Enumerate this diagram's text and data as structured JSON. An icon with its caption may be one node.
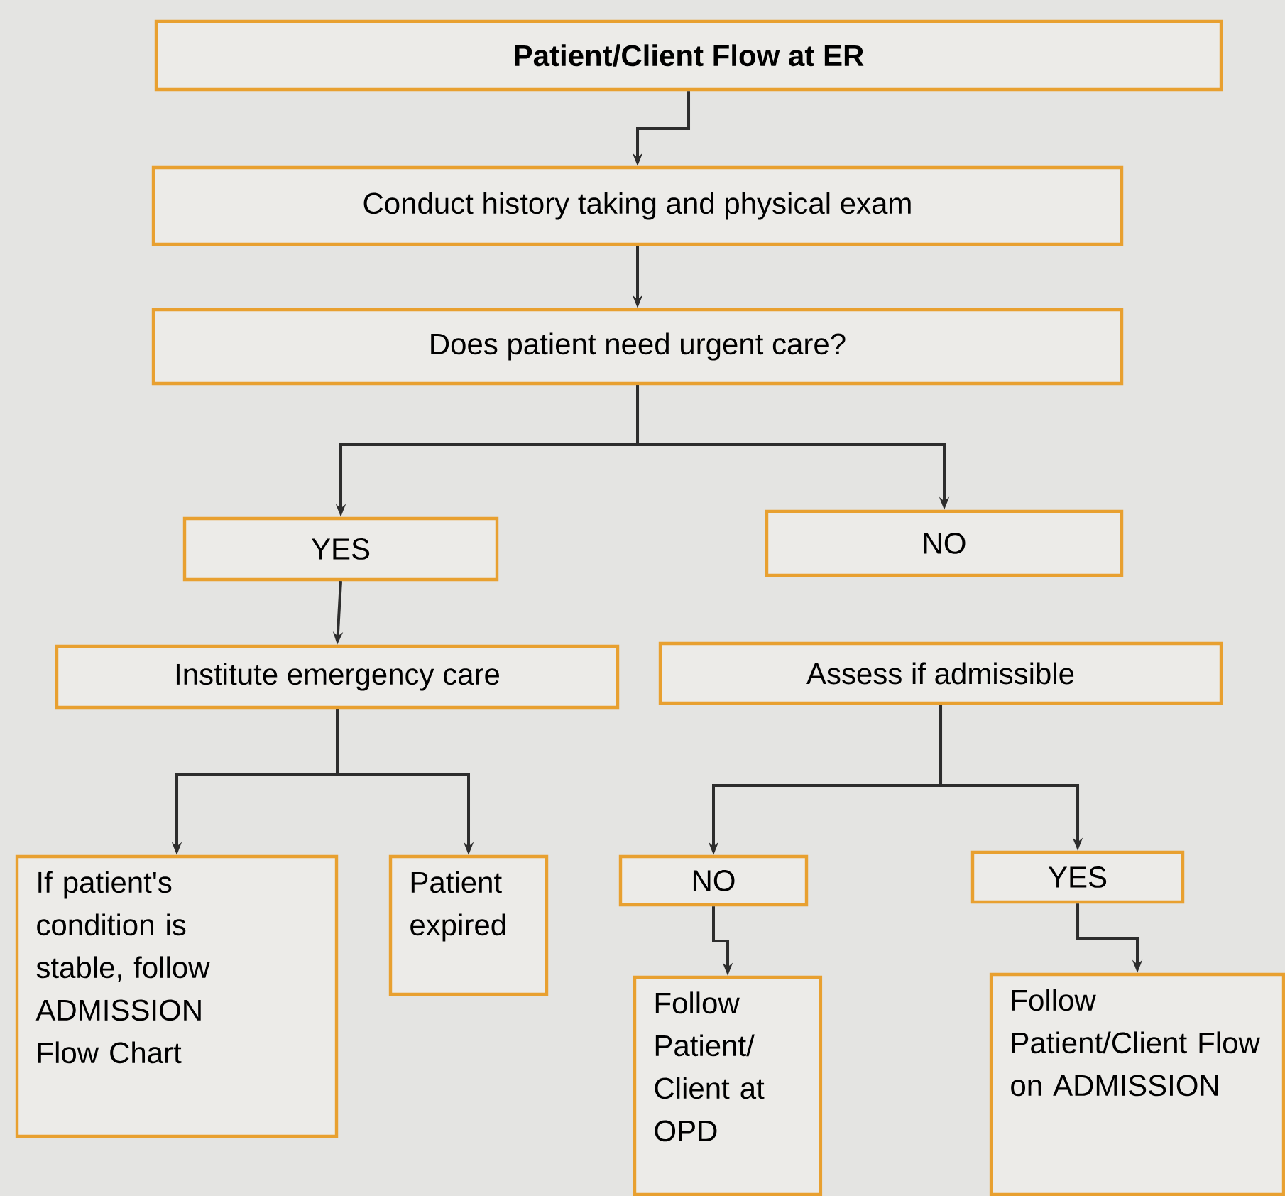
{
  "diagram": {
    "nodes": [
      {
        "text": [
          "Patient/Client Flow at ER"
        ]
      },
      {
        "text": [
          "Conduct history taking and physical exam"
        ]
      },
      {
        "text": [
          "Does patient need urgent care?"
        ]
      },
      {
        "text": [
          "YES"
        ]
      },
      {
        "text": [
          "NO"
        ]
      },
      {
        "text": [
          "Institute emergency care"
        ]
      },
      {
        "text": [
          "Assess if admissible"
        ]
      },
      {
        "text": [
          "If patient's condition is stable, follow ADMISSION Flow Chart"
        ]
      },
      {
        "text": [
          "Patient expired"
        ]
      },
      {
        "text": [
          "NO"
        ]
      },
      {
        "text": [
          "YES"
        ]
      },
      {
        "text": [
          "Follow Patient/ Client at OPD"
        ]
      },
      {
        "text": [
          "Follow Patient/Client Flow on ADMISSION"
        ]
      }
    ],
    "edges": [
      {
        "from": 0,
        "to": 1,
        "arrow": "to"
      },
      {
        "from": 1,
        "to": 2,
        "arrow": "to"
      },
      {
        "from": 2,
        "to": 3,
        "arrow": "to"
      },
      {
        "from": 2,
        "to": 4,
        "arrow": "to"
      },
      {
        "from": 3,
        "to": 5,
        "arrow": "to"
      },
      {
        "from": 5,
        "to": 7,
        "arrow": "to"
      },
      {
        "from": 5,
        "to": 8,
        "arrow": "to"
      },
      {
        "from": 6,
        "to": 9,
        "arrow": "to"
      },
      {
        "from": 6,
        "to": 10,
        "arrow": "to"
      },
      {
        "from": 9,
        "to": 11,
        "arrow": "to"
      },
      {
        "from": 10,
        "to": 12,
        "arrow": "to"
      }
    ]
  }
}
